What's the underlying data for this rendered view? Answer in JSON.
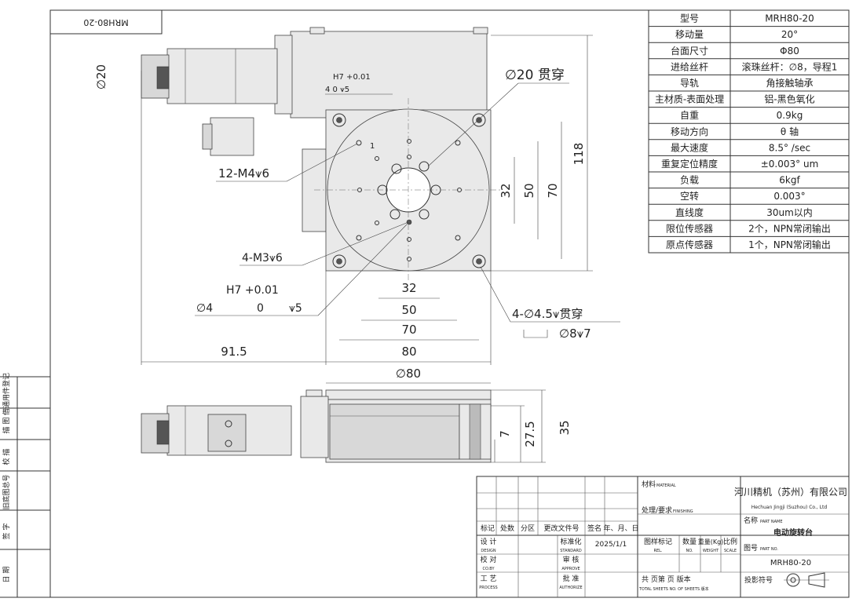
{
  "stamp": "MRH80-20",
  "spec_table": {
    "rows": [
      {
        "label": "型号",
        "value": "MRH80-20"
      },
      {
        "label": "移动量",
        "value": "20°"
      },
      {
        "label": "台面尺寸",
        "value": "Φ80"
      },
      {
        "label": "进给丝杆",
        "value": "滚珠丝杆：∅8，导程1"
      },
      {
        "label": "导轨",
        "value": "角接触轴承"
      },
      {
        "label": "主材质-表面处理",
        "value": "铝-黑色氧化"
      },
      {
        "label": "自重",
        "value": "0.9kg"
      },
      {
        "label": "移动方向",
        "value": "θ 轴"
      },
      {
        "label": "最大速度",
        "value": "8.5° /sec"
      },
      {
        "label": "重复定位精度",
        "value": "±0.003° um"
      },
      {
        "label": "负载",
        "value": "6kgf"
      },
      {
        "label": "空转",
        "value": "0.003°"
      },
      {
        "label": "直线度",
        "value": "30um以内"
      },
      {
        "label": "限位传感器",
        "value": "2个，NPN常闭输出"
      },
      {
        "label": "原点传感器",
        "value": "1个，NPN常闭输出"
      }
    ]
  },
  "annotations": {
    "through_hole": "∅20 贯穿",
    "fit1_tol_top": "H7 +0.01",
    "fit1_tol_bot": "4   0   ⩛5",
    "one": "1",
    "m4": "12-M4⩛6",
    "m3": "4-M3⩛6",
    "fit2_tol_top": "H7 +0.01",
    "fit2_d": "∅4",
    "fit2_zero": "0",
    "fit2_depth": "⩛5",
    "hole4": "4-∅4.5⩛贯穿",
    "cbore": "∅8⩛7",
    "motor_dia": "∅20"
  },
  "dimensions": {
    "d118": "118",
    "d70v": "70",
    "d50v": "50",
    "d32v": "32",
    "d32h": "32",
    "d50h": "50",
    "d70h": "70",
    "d80": "80",
    "d91": "91.5",
    "dphi80": "∅80",
    "d35": "35",
    "d27": "27.5",
    "d7": "7"
  },
  "side_labels": [
    "借通用件登记",
    "描 图",
    "校 描",
    "旧底图总号",
    "签 字",
    "日 期"
  ],
  "title_block": {
    "company": "河川精机（苏州）有限公司",
    "company_en": "Hechuan Jingji (Suzhou) Co., Ltd",
    "material": "材料",
    "material_en": "MATERIAL",
    "finish": "处理/要求",
    "finish_en": "FINISHING",
    "name_label": "名称",
    "name_en": "PART NAME",
    "name": "电动旋转台",
    "partno_label": "图号",
    "partno_en": "PART NO.",
    "partno": "MRH80-20",
    "projection": "投影符号",
    "rev_headers": [
      "标记",
      "处数",
      "分区",
      "更改文件号",
      "签名",
      "年、月、日"
    ],
    "design": "设 计",
    "design_en": "DESIGN",
    "check": "校 对",
    "check_en": "CO.BY",
    "process": "工 艺",
    "process_en": "PROCESS",
    "standard": "标准化",
    "standard_en": "STANDARD",
    "approve": "审 核",
    "approve_en": "APPROVE",
    "authorize": "批 准",
    "authorize_en": "AUTHORIZE",
    "date": "2025/1/1",
    "stage": "图样标记",
    "stage_en": "REL.",
    "qty": "数量",
    "qty_en": "NO.",
    "weight": "重量(Kg)",
    "weight_en": "WEIGHT",
    "scale": "比例",
    "scale_en": "SCALE",
    "sheets": "共   页第   页 版本",
    "sheets_en": "TOTAL SHEETS NO. OF SHEETS 版本"
  }
}
